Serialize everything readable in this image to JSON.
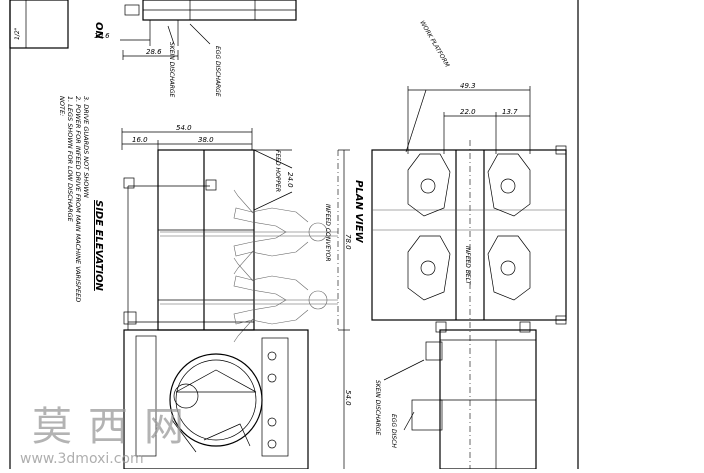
{
  "drawing": {
    "title_block_scale": "1/2\"",
    "view_label_top": "ON",
    "side_elevation_label": "SIDE ELEVATION",
    "plan_view_label": "PLAN VIEW",
    "notes": {
      "header": "NOTE:",
      "line1": "1. LEGS SHOWN FOR LOW DISCHARGE",
      "line2": "2. POWER FOR INFEED DRIVE FROM MAIN MACHINE VARISPEED",
      "line3": "3. DRIVE GUARDS NOT SHOWN"
    }
  },
  "dimensions": {
    "top_10_6": "10.6",
    "top_28_6": "28.6",
    "side_54_0": "54.0",
    "side_16_0": "16.0",
    "side_38_0": "38.0",
    "side_24_0": "24.0",
    "side_78_0": "78.0",
    "lower_54_0": "54.0",
    "plan_49_3": "49.3",
    "plan_22_0": "22.0",
    "plan_13_7": "13.7"
  },
  "callouts": {
    "skein_discharge_top": "SKEIN DISCHARGE",
    "egg_discharge_top": "EGG DISCHARGE",
    "feed_hopper": "FEED HOPPER",
    "infeed_conveyor": "INFEED CONVEYOR",
    "work_platform": "WORK PLATFORM",
    "infeed_belt": "INFEED BELT",
    "skein_discharge_bottom": "SKEIN DISCHARGE",
    "egg_discharge_bottom": "EGG DISCH"
  },
  "watermark": {
    "chars": [
      "莫",
      "西",
      "网"
    ],
    "url": "www.3dmoxi.com"
  }
}
